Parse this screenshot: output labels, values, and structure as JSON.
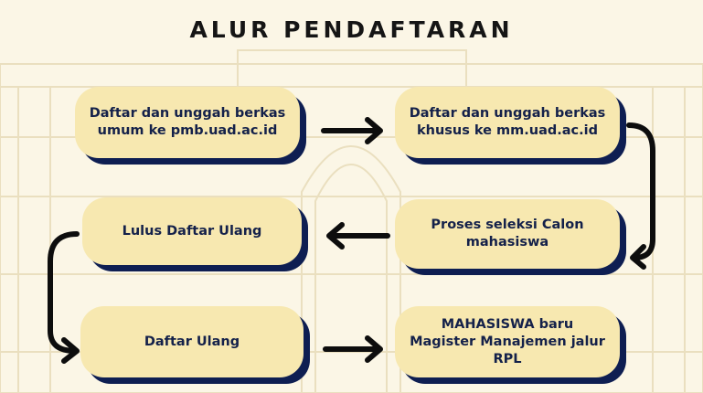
{
  "title": "ALUR PENDAFTARAN",
  "steps": [
    {
      "label": "Daftar dan unggah berkas umum ke pmb.uad.ac.id"
    },
    {
      "label": "Daftar dan unggah berkas khusus ke mm.uad.ac.id"
    },
    {
      "label": "Proses seleksi Calon mahasiswa"
    },
    {
      "label": "Lulus Daftar Ulang"
    },
    {
      "label": "Daftar Ulang"
    },
    {
      "label": "MAHASISWA baru Magister Manajemen jalur RPL"
    }
  ],
  "colors": {
    "background": "#fbf6e6",
    "card": "#f7e8b0",
    "card_shadow": "#0e1e52",
    "text": "#14214a",
    "arrow": "#0d0d0d"
  }
}
